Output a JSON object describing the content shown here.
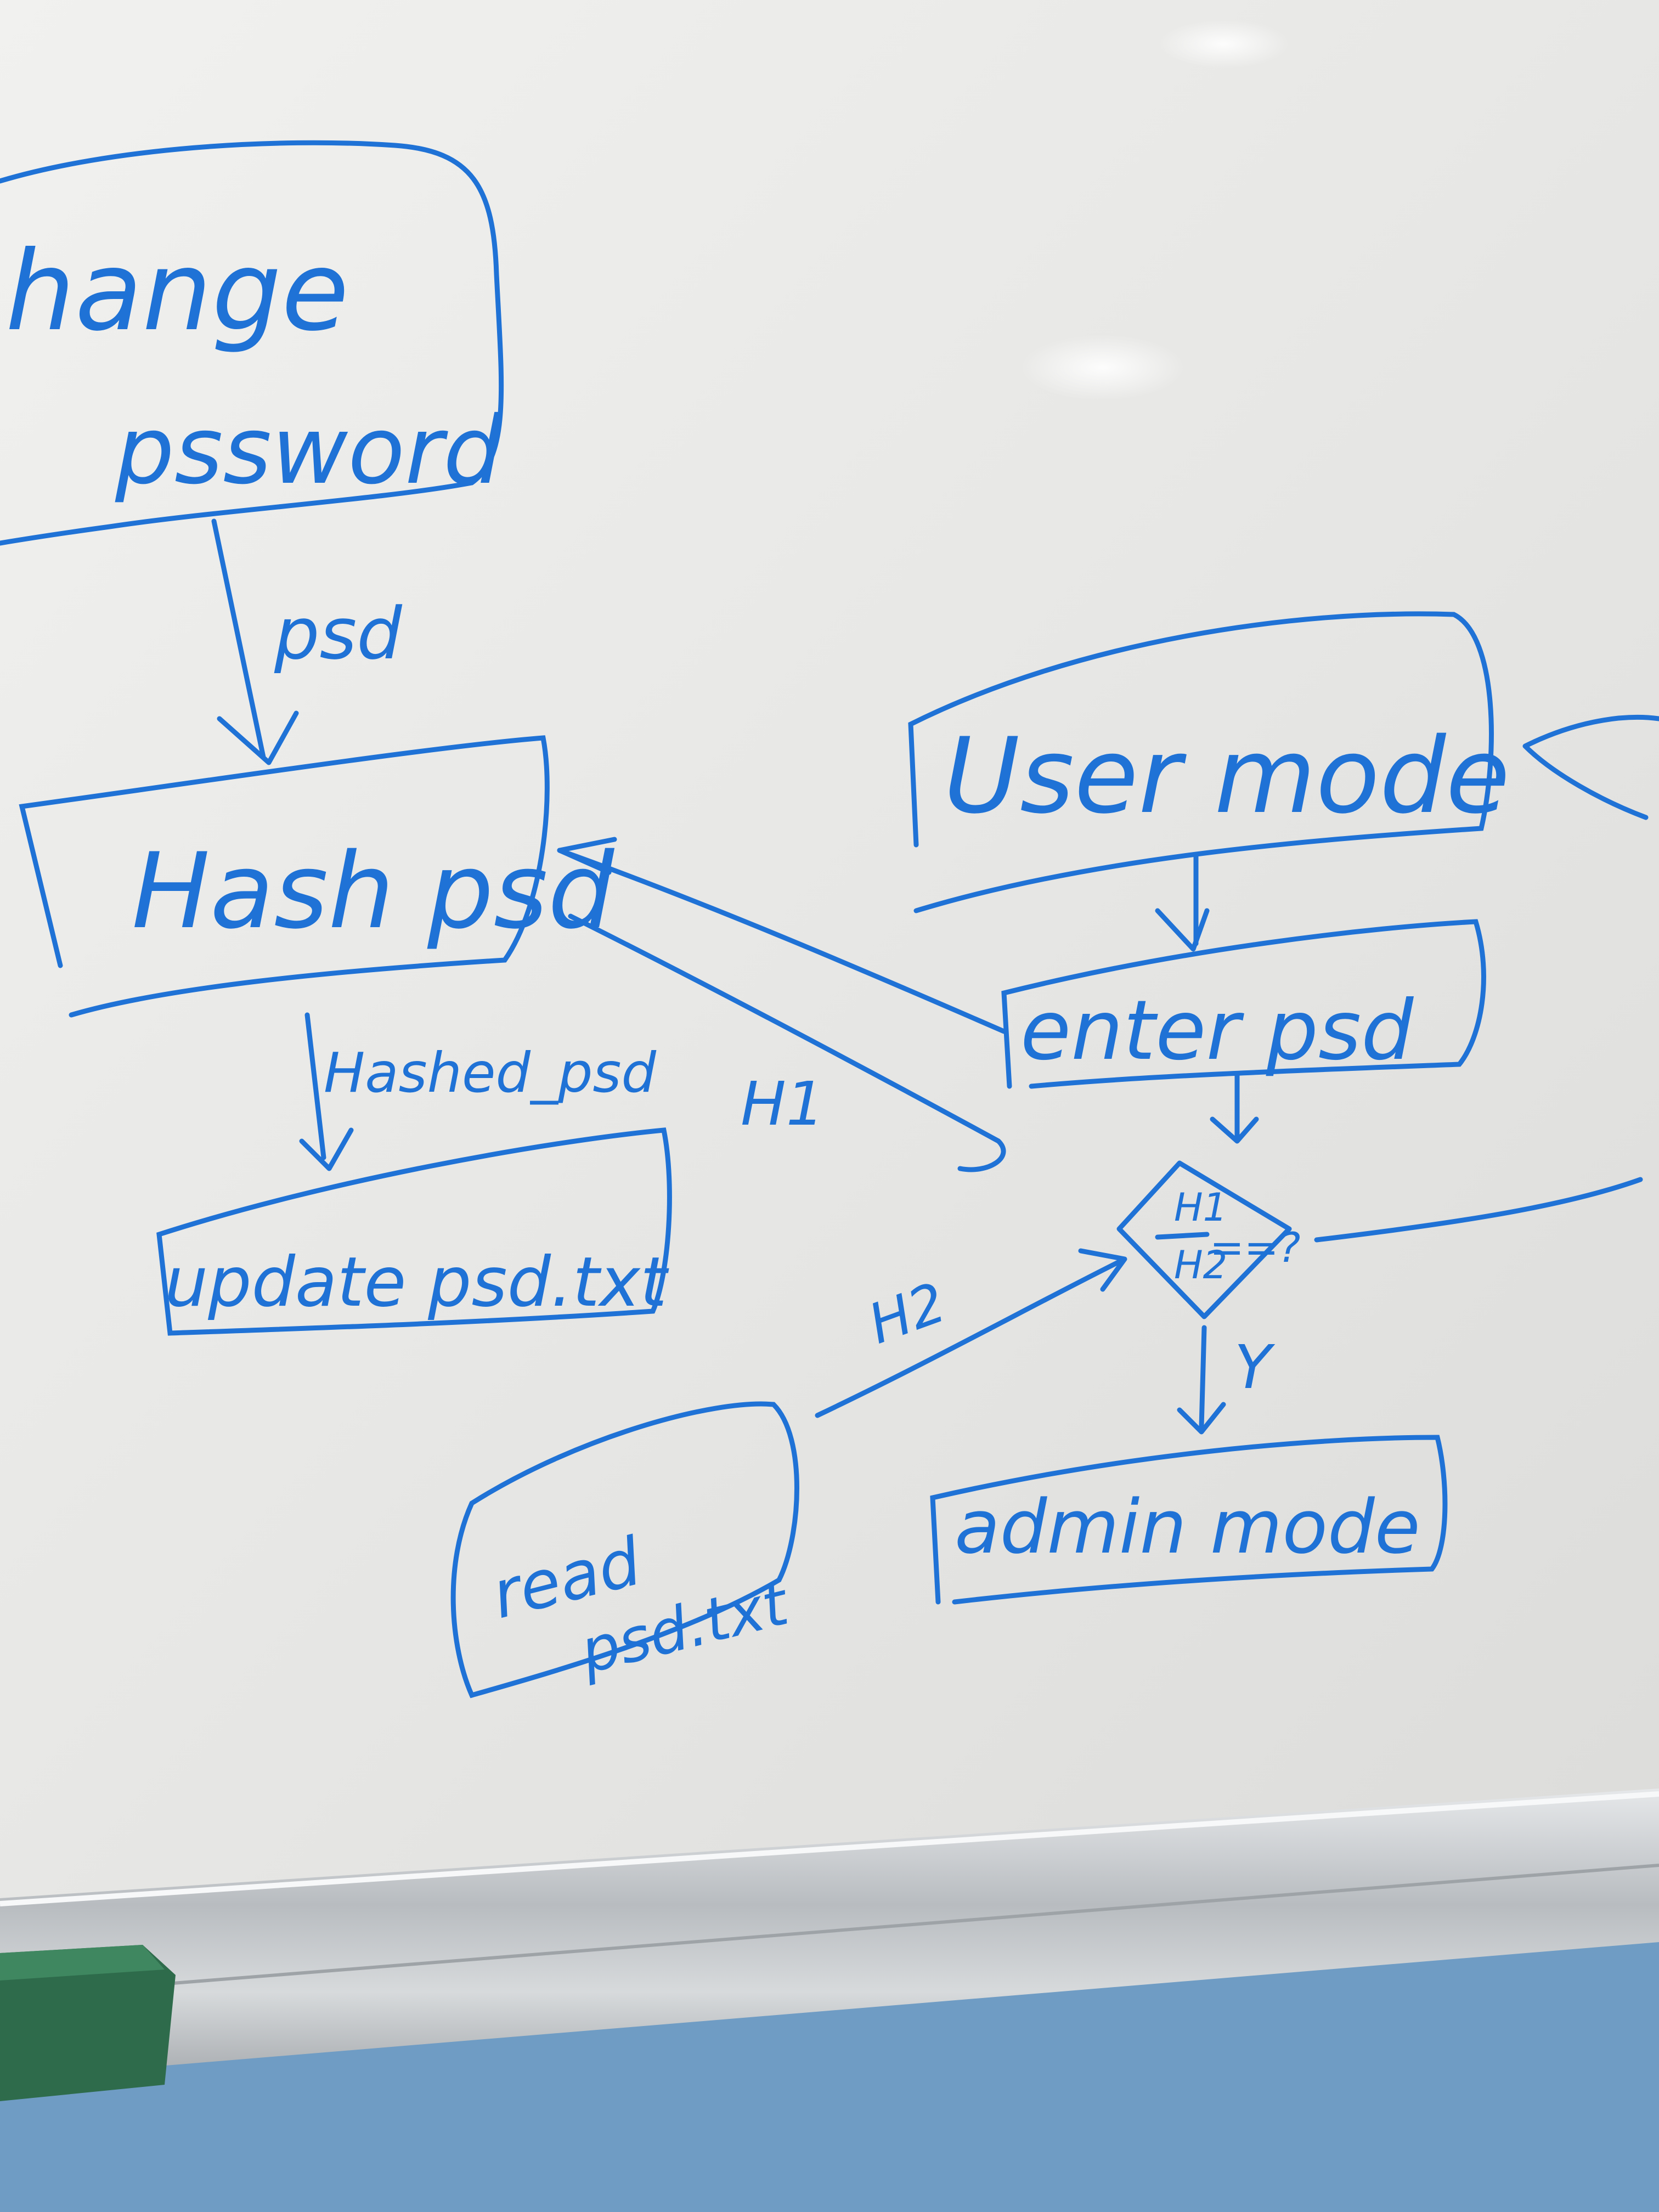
{
  "colors": {
    "marker": "#1f72d6",
    "board": "#e9e9e7",
    "tray": "#c9ccce",
    "eraser": "#2e6b4b",
    "wall": "#6f9cc4"
  },
  "nodes": {
    "change_password": {
      "line1": "hange",
      "line2": "pssword"
    },
    "hash_psd": "Hash psd",
    "update_psd": "update psd.txt",
    "user_mode": "User mode",
    "enter_psd": "enter psd",
    "compare": {
      "top": "H1",
      "bottom": "H2",
      "op": "==?"
    },
    "admin_mode": "admin mode",
    "read_psd": {
      "line1": "read",
      "line2": "psd.txt"
    }
  },
  "edges": {
    "change_to_hash": "psd",
    "hash_to_update": "Hashed_psd",
    "hash_to_compare": "H1",
    "read_to_compare": "H2",
    "compare_to_admin": "Y"
  }
}
